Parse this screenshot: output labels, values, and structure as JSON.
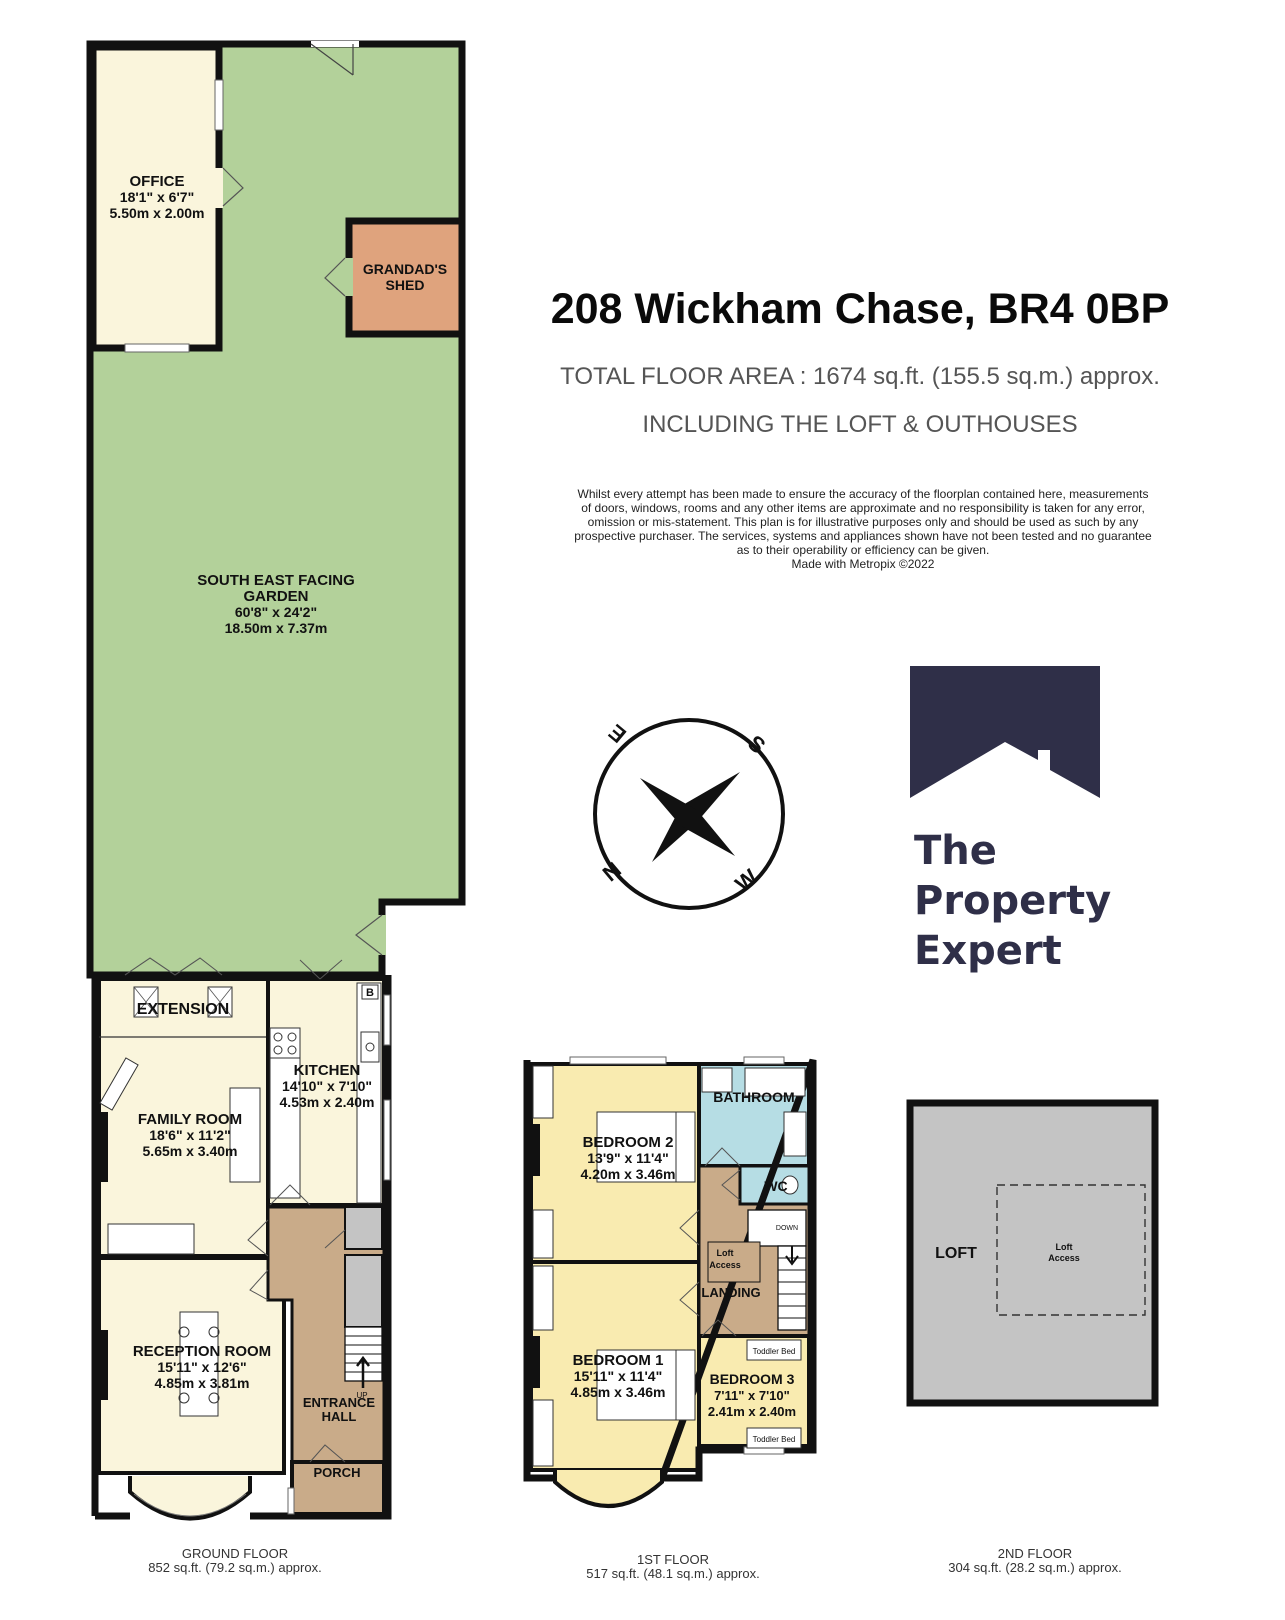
{
  "header": {
    "title": "208 Wickham Chase, BR4 0BP",
    "total_area": "TOTAL FLOOR AREA : 1674 sq.ft. (155.5 sq.m.) approx.",
    "including": "INCLUDING THE LOFT & OUTHOUSES"
  },
  "disclaimer": [
    "Whilst every attempt has been made to ensure the accuracy of the floorplan contained here, measurements",
    "of doors, windows, rooms and any other items are approximate and no responsibility is taken for any error,",
    "omission or mis-statement. This plan is for illustrative purposes only and should be used as such by any",
    "prospective purchaser. The services, systems and appliances shown have not been tested and no guarantee",
    "as to their operability or efficiency can be given.",
    "Made with Metropix ©2022"
  ],
  "brand": {
    "line1": "The",
    "line2": "Property",
    "line3": "Expert",
    "color": "#2f2f48"
  },
  "compass": {
    "n": "N",
    "e": "E",
    "s": "S",
    "w": "W"
  },
  "colors": {
    "garden": "#b3d19a",
    "shed": "#dfa37d",
    "office": "#faf5dc",
    "hall": "#c9ab89",
    "bedroom": "#f9ebb0",
    "bathroom": "#b6dde4",
    "room": "#faf5dc",
    "loft": "#c4c4c4",
    "wall": "#111111"
  },
  "rooms": {
    "office": {
      "name": "OFFICE",
      "imperial": "18'1\"  x 6'7\"",
      "metric": "5.50m  x 2.00m"
    },
    "shed": {
      "name1": "GRANDAD'S",
      "name2": "SHED"
    },
    "garden": {
      "name1": "SOUTH EAST FACING",
      "name2": "GARDEN",
      "imperial": "60'8\"  x 24'2\"",
      "metric": "18.50m  x 7.37m"
    },
    "extension": {
      "name": "EXTENSION"
    },
    "kitchen": {
      "name": "KITCHEN",
      "imperial": "14'10\"  x 7'10\"",
      "metric": "4.53m  x 2.40m",
      "boiler": "B"
    },
    "family": {
      "name": "FAMILY ROOM",
      "imperial": "18'6\"  x 11'2\"",
      "metric": "5.65m  x 3.40m"
    },
    "reception": {
      "name": "RECEPTION ROOM",
      "imperial": "15'11\"  x 12'6\"",
      "metric": "4.85m  x 3.81m"
    },
    "hall": {
      "name1": "ENTRANCE",
      "name2": "HALL",
      "up": "UP"
    },
    "porch": {
      "name": "PORCH"
    },
    "bedroom2": {
      "name": "BEDROOM 2",
      "imperial": "13'9\"  x 11'4\"",
      "metric": "4.20m  x 3.46m"
    },
    "bedroom1": {
      "name": "BEDROOM 1",
      "imperial": "15'11\"  x 11'4\"",
      "metric": "4.85m  x 3.46m"
    },
    "bedroom3": {
      "name": "BEDROOM 3",
      "imperial": "7'11\"  x 7'10\"",
      "metric": "2.41m  x 2.40m",
      "bed1": "Toddler Bed",
      "bed2": "Toddler Bed"
    },
    "bathroom": {
      "name": "BATHROOM"
    },
    "wc": {
      "name": "WC"
    },
    "landing": {
      "name": "LANDING",
      "down": "DOWN",
      "loft1": "Loft",
      "loft2": "Access"
    },
    "loft": {
      "name": "LOFT",
      "access1": "Loft",
      "access2": "Access"
    }
  },
  "floors": {
    "ground": {
      "name": "GROUND FLOOR",
      "area": "852 sq.ft. (79.2 sq.m.) approx."
    },
    "first": {
      "name": "1ST FLOOR",
      "area": "517 sq.ft. (48.1 sq.m.) approx."
    },
    "second": {
      "name": "2ND FLOOR",
      "area": "304 sq.ft. (28.2 sq.m.) approx."
    }
  }
}
